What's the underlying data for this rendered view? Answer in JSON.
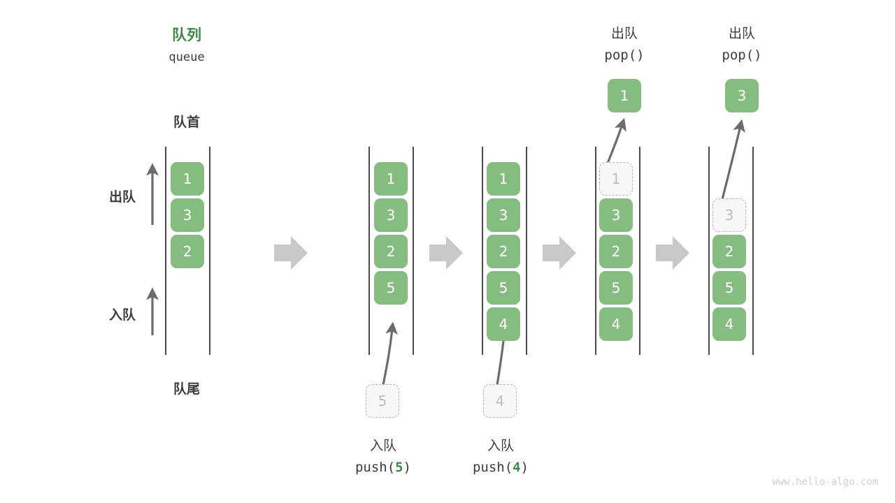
{
  "diagram": {
    "title_cn": "队列",
    "title_en": "queue",
    "front_label": "队首",
    "rear_label": "队尾",
    "dequeue_side_label": "出队",
    "enqueue_side_label": "入队",
    "accent_green": "#3a8a44",
    "cell_green": "#85bd81",
    "ghost_gray": "#bdbdbd",
    "arrow_gray": "#c8c8c8",
    "watermark": "www.hello-algo.com"
  },
  "columns": [
    {
      "id": "initial",
      "caption_cn": "",
      "caption_code": "",
      "cells": [
        "1",
        "3",
        "2"
      ]
    },
    {
      "id": "push-5",
      "caption_cn": "入队",
      "caption_code_prefix": "push(",
      "caption_code_num": "5",
      "caption_code_suffix": ")",
      "cells": [
        "1",
        "3",
        "2",
        "5"
      ],
      "ghost_below": "5"
    },
    {
      "id": "push-4",
      "caption_cn": "入队",
      "caption_code_prefix": "push(",
      "caption_code_num": "4",
      "caption_code_suffix": ")",
      "cells": [
        "1",
        "3",
        "2",
        "5",
        "4"
      ],
      "ghost_below": "4"
    },
    {
      "id": "pop-1",
      "header_cn": "出队",
      "header_code": "pop()",
      "popped": "1",
      "ghost_in_column": "1",
      "cells": [
        "3",
        "2",
        "5",
        "4"
      ]
    },
    {
      "id": "pop-3",
      "header_cn": "出队",
      "header_code": "pop()",
      "popped": "3",
      "ghost_in_column": "3",
      "cells": [
        "2",
        "5",
        "4"
      ]
    }
  ],
  "flow_arrows": [
    "step-arrow-1",
    "step-arrow-2",
    "step-arrow-3",
    "step-arrow-4"
  ]
}
